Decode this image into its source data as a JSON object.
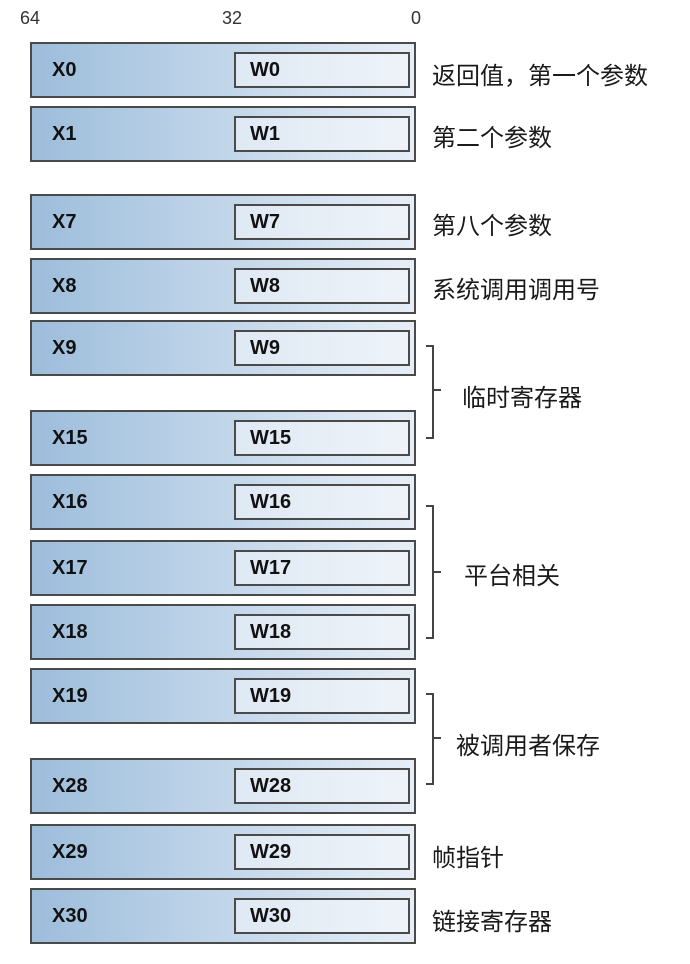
{
  "bit_labels": {
    "high": "64",
    "mid": "32",
    "low": "0"
  },
  "registers": [
    {
      "x": "X0",
      "w": "W0"
    },
    {
      "x": "X1",
      "w": "W1"
    },
    {
      "x": "X7",
      "w": "W7"
    },
    {
      "x": "X8",
      "w": "W8"
    },
    {
      "x": "X9",
      "w": "W9"
    },
    {
      "x": "X15",
      "w": "W15"
    },
    {
      "x": "X16",
      "w": "W16"
    },
    {
      "x": "X17",
      "w": "W17"
    },
    {
      "x": "X18",
      "w": "W18"
    },
    {
      "x": "X19",
      "w": "W19"
    },
    {
      "x": "X28",
      "w": "W28"
    },
    {
      "x": "X29",
      "w": "W29"
    },
    {
      "x": "X30",
      "w": "W30"
    }
  ],
  "descriptions": {
    "x0": "返回值，第一个参数",
    "x1": "第二个参数",
    "x7": "第八个参数",
    "x8": "系统调用调用号",
    "temp": "临时寄存器",
    "platform": "平台相关",
    "callee_saved": "被调用者保存",
    "x29": "帧指针",
    "x30": "链接寄存器"
  },
  "colors": {
    "border": "#4a4a4a",
    "reg_fill_dark": "#9dbddb",
    "reg_fill_light": "#e6eef7",
    "w_fill": "#eef3f9"
  }
}
